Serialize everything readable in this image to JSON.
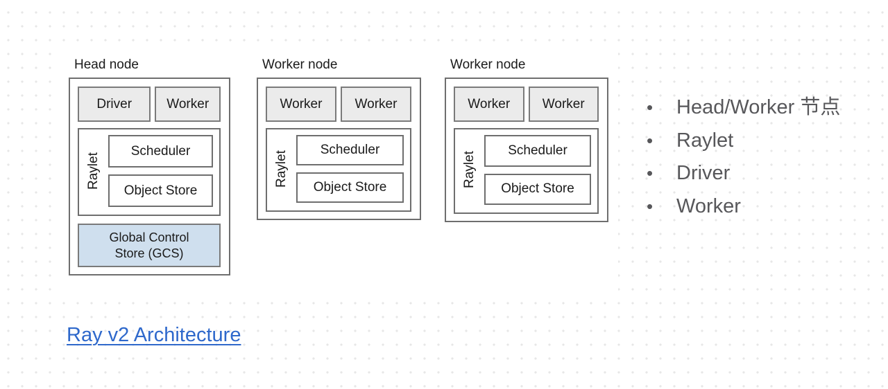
{
  "diagram": {
    "nodes": [
      {
        "title": "Head node",
        "processes": [
          "Driver",
          "Worker"
        ],
        "raylet": {
          "label": "Raylet",
          "components": [
            "Scheduler",
            "Object Store"
          ]
        },
        "gcs": "Global Control Store (GCS)"
      },
      {
        "title": "Worker node",
        "processes": [
          "Worker",
          "Worker"
        ],
        "raylet": {
          "label": "Raylet",
          "components": [
            "Scheduler",
            "Object Store"
          ]
        }
      },
      {
        "title": "Worker node",
        "processes": [
          "Worker",
          "Worker"
        ],
        "raylet": {
          "label": "Raylet",
          "components": [
            "Scheduler",
            "Object Store"
          ]
        }
      }
    ],
    "colors": {
      "box_border": "#6e6e6e",
      "process_fill": "#ebebeb",
      "gcs_fill": "#cfdfee",
      "diagram_text": "#1a1a1a"
    }
  },
  "bullet_list": {
    "marker": "•",
    "items": [
      "Head/Worker 节点",
      "Raylet",
      "Driver",
      "Worker"
    ],
    "text_color": "#57575a"
  },
  "link": {
    "label": "Ray v2 Architecture",
    "color": "#2e68cb"
  }
}
